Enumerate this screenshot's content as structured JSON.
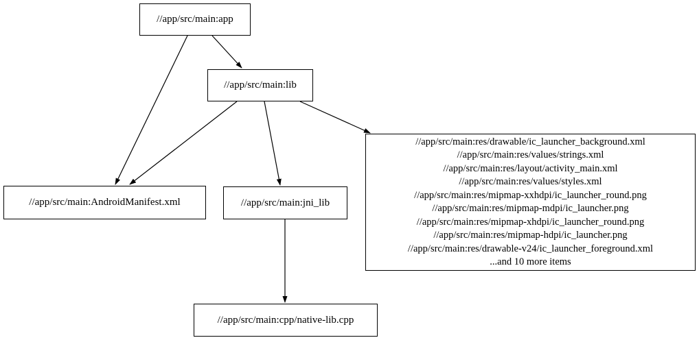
{
  "figure": {
    "background_color": "#ffffff",
    "line_color": "#000000",
    "text_color": "#000000"
  },
  "graph": {
    "type": "dependency-graph",
    "nodes": {
      "app": {
        "label": "//app/src/main:app"
      },
      "lib": {
        "label": "//app/src/main:lib"
      },
      "manifest": {
        "label": "//app/src/main:AndroidManifest.xml"
      },
      "jni_lib": {
        "label": "//app/src/main:jni_lib"
      },
      "res": {
        "lines": [
          "//app/src/main:res/drawable/ic_launcher_background.xml",
          "//app/src/main:res/values/strings.xml",
          "//app/src/main:res/layout/activity_main.xml",
          "//app/src/main:res/values/styles.xml",
          "//app/src/main:res/mipmap-xxhdpi/ic_launcher_round.png",
          "//app/src/main:res/mipmap-mdpi/ic_launcher.png",
          "//app/src/main:res/mipmap-xhdpi/ic_launcher_round.png",
          "//app/src/main:res/mipmap-hdpi/ic_launcher.png",
          "//app/src/main:res/drawable-v24/ic_launcher_foreground.xml",
          "...and 10 more items"
        ]
      },
      "cpp": {
        "label": "//app/src/main:cpp/native-lib.cpp"
      }
    },
    "edges": [
      {
        "from": "app",
        "to": "lib"
      },
      {
        "from": "app",
        "to": "manifest"
      },
      {
        "from": "lib",
        "to": "manifest"
      },
      {
        "from": "lib",
        "to": "jni_lib"
      },
      {
        "from": "lib",
        "to": "res"
      },
      {
        "from": "jni_lib",
        "to": "cpp"
      }
    ]
  }
}
